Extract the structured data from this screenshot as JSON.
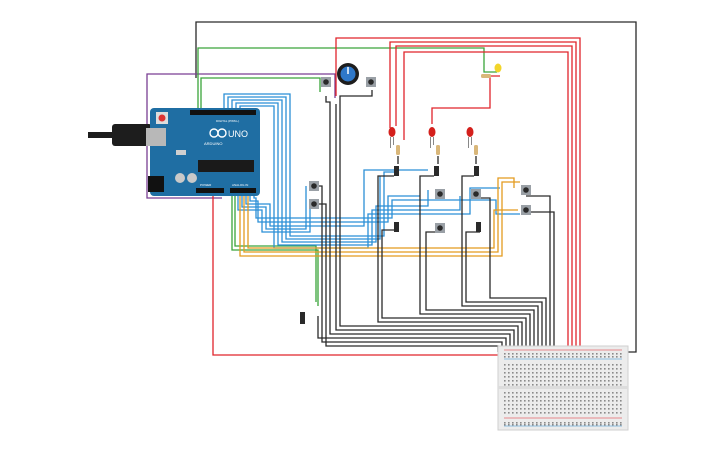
{
  "arduino": {
    "brand": "UNO",
    "maker": "ARDUINO",
    "labels": {
      "digital": "DIGITAL (PWM~)",
      "power": "POWER",
      "analog": "ANALOG IN"
    }
  },
  "colors": {
    "background": "#ffffff",
    "board": "#1f6ea3",
    "wire_red": "#e0242b",
    "wire_black": "#2a2a2a",
    "wire_green": "#3aa43a",
    "wire_blue": "#2b8fd6",
    "wire_orange": "#e39b1f",
    "wire_purple": "#7a3f93",
    "led_red": "#d4201c",
    "led_yellow": "#f2d52a",
    "breadboard": "#ececec"
  },
  "components": {
    "leds": [
      "red-led",
      "red-led",
      "red-led",
      "yellow-led"
    ],
    "buttons": 9,
    "slide_switches": 7,
    "potentiometer": "potentiometer",
    "breadboard": "breadboard-half",
    "usb": "usb-plug"
  }
}
